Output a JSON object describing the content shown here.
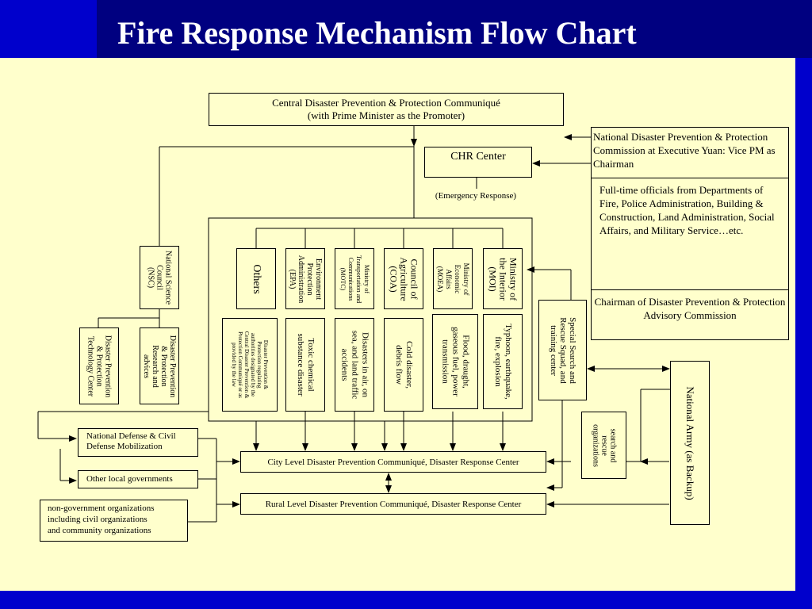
{
  "slide": {
    "title": "Fire Response Mechanism Flow Chart"
  },
  "nodes": {
    "central_line1": "Central Disaster Prevention & Protection Communiqué",
    "central_line2": "(with Prime Minister as the Promoter)",
    "chr_center": "CHR Center",
    "emergency_response": "(Emergency Response)",
    "national_commission": "National Disaster Prevention & Protection Commission at Executive Yuan: Vice PM as Chairman",
    "fulltime_officials": "Full-time officials from Departments of Fire, Police Administration, Building & Construction, Land Administration, Social Affairs, and Military Service…etc.",
    "advisory_chairman": "Chairman of Disaster Prevention & Protection Advisory Commission",
    "nsc_line1": "National Science",
    "nsc_line2": "Council",
    "nsc_line3": "(NSC)",
    "tech_center_line1": "Disaster Prevention",
    "tech_center_line2": "& Protection",
    "tech_center_line3": "Technology Center",
    "research_line1": "Disaster Prevention",
    "research_line2": "& Protection",
    "research_line3": "Research and",
    "research_line4": "advices",
    "others": "Others",
    "epa_line1": "Environment",
    "epa_line2": "Protection",
    "epa_line3": "Administration",
    "epa_line4": "(EPA)",
    "motc_line1": "Ministry of",
    "motc_line2": "Transportation and",
    "motc_line3": "Communications",
    "motc_line4": "(MOTC)",
    "coa_line1": "Council of",
    "coa_line2": "Agriculture",
    "coa_line3": "(COA)",
    "moea_line1": "Ministry of",
    "moea_line2": "Economic",
    "moea_line3": "Affairs",
    "moea_line4": "(MOEA)",
    "moi_line1": "Ministry of",
    "moi_line2": "the Interior",
    "moi_line3": "(MOI)",
    "reg_line1": "Disaster Prevention &",
    "reg_line2": "Protection regulating",
    "reg_line3": "authorities designated by the",
    "reg_line4": "Central Disaster Prevention &",
    "reg_line5": "Protection Communiqué or as",
    "reg_line6": "provided by the law",
    "toxic_line1": "Toxic chemical",
    "toxic_line2": "substance disaster",
    "air_line1": "Disasters in air, on",
    "air_line2": "sea, and land traffic",
    "air_line3": "accidents",
    "cold_line1": "Cold disaster,",
    "cold_line2": "debris flow",
    "flood_line1": "Flood, draught,",
    "flood_line2": "gaseous fuel, power",
    "flood_line3": "transmission",
    "typhoon_line1": "Typhoon, earthquake,",
    "typhoon_line2": "fire, explosion",
    "ssr_line1": "Special Search and",
    "ssr_line2": "Rescue Squad, and",
    "ssr_line3": "training center",
    "sar_line1": "search and",
    "sar_line2": "rescue",
    "sar_line3": "organizations",
    "army": "National Army (as Backup)",
    "defense_line1": "National Defense & Civil",
    "defense_line2": "Defense Mobilization",
    "other_local": "Other local governments",
    "ngo_line1": "non-government organizations",
    "ngo_line2": "including civil organizations",
    "ngo_line3": "and community organizations",
    "city_center": "City Level Disaster Prevention Communiqué, Disaster Response Center",
    "rural_center": "Rural Level Disaster Prevention Communiqué, Disaster Response Center"
  }
}
